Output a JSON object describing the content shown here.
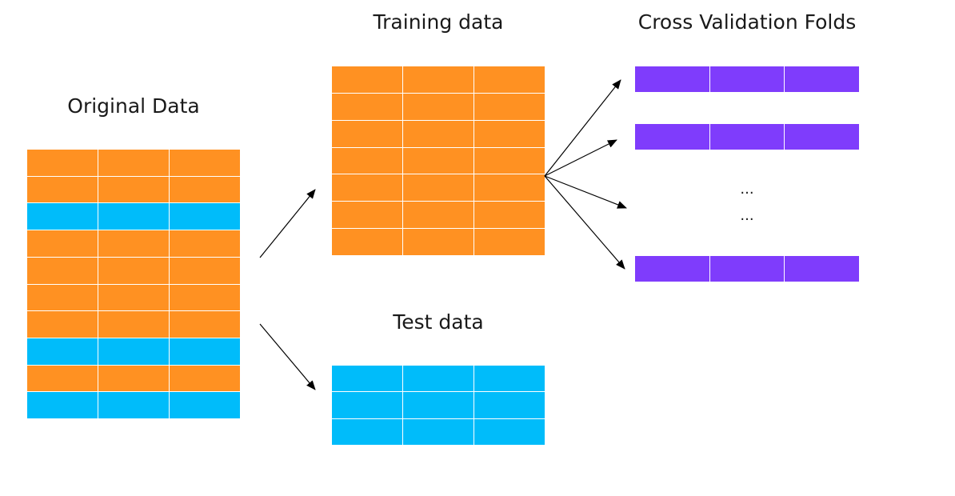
{
  "original": {
    "title": "Original Data",
    "rows": [
      "train",
      "train",
      "test",
      "train",
      "train",
      "train",
      "train",
      "test",
      "train",
      "test"
    ]
  },
  "training": {
    "title": "Training data",
    "rows": [
      "train",
      "train",
      "train",
      "train",
      "train",
      "train",
      "train"
    ]
  },
  "test": {
    "title": "Test data",
    "rows": [
      "test",
      "test",
      "test"
    ]
  },
  "folds": {
    "title": "Cross Validation Folds",
    "dots": [
      "...",
      "..."
    ]
  },
  "colors": {
    "train": "#ff9122",
    "test": "#00bcfa",
    "fold": "#7f3cfc",
    "arrow": "#000000"
  }
}
